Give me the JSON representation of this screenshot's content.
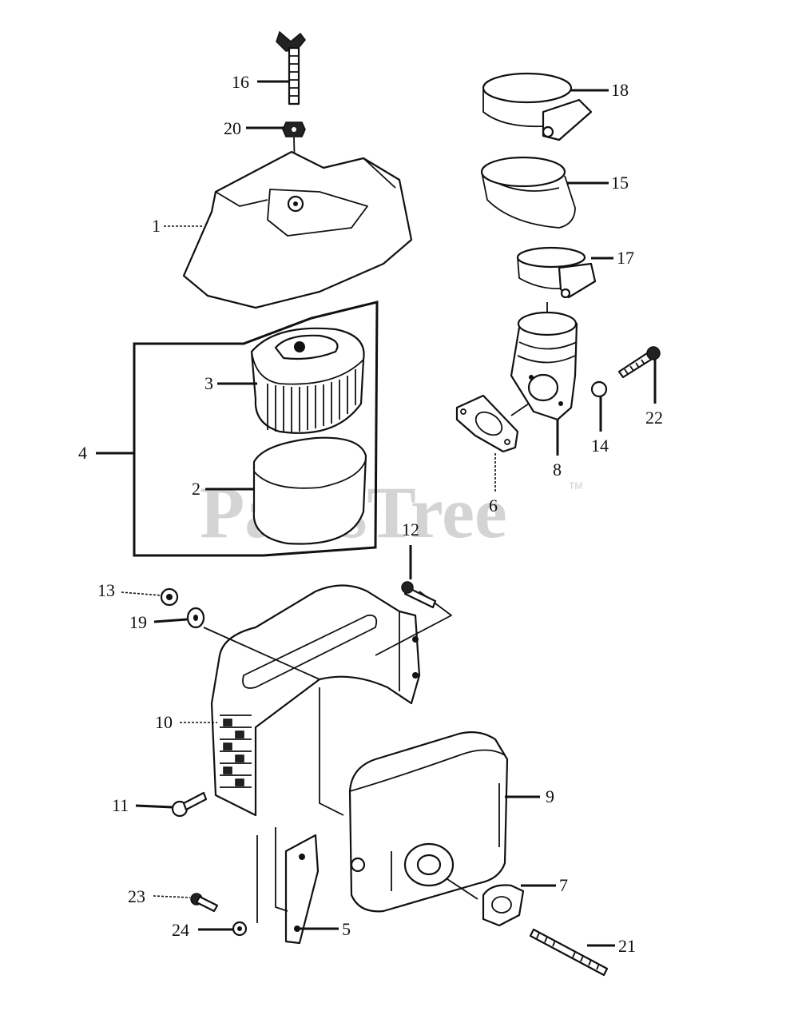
{
  "watermark": {
    "text": "PartsTree",
    "trademark": "TM"
  },
  "callouts": [
    "16",
    "20",
    "1",
    "3",
    "4",
    "2",
    "18",
    "15",
    "17",
    "22",
    "14",
    "8",
    "6",
    "12",
    "13",
    "19",
    "10",
    "11",
    "23",
    "24",
    "5",
    "9",
    "7",
    "21"
  ]
}
